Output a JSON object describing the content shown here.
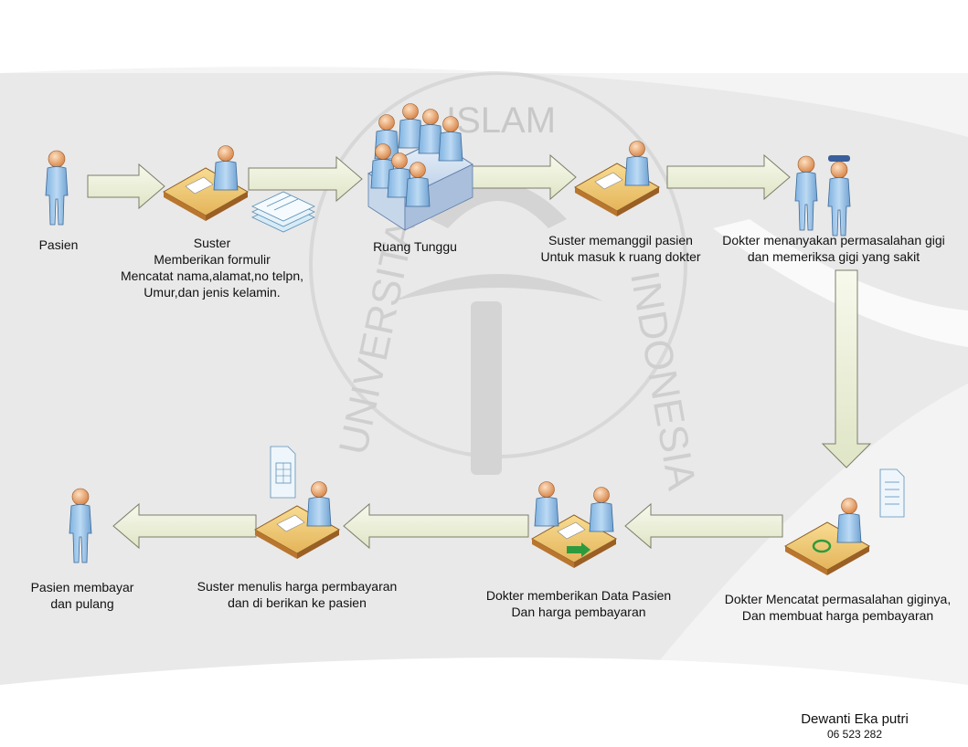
{
  "steps": {
    "pasien": {
      "lines": [
        "Pasien"
      ]
    },
    "suster_form": {
      "lines": [
        "Suster",
        "Memberikan formulir",
        "Mencatat nama,alamat,no telpn,",
        "Umur,dan jenis kelamin."
      ]
    },
    "ruang_tunggu": {
      "lines": [
        "Ruang Tunggu"
      ]
    },
    "suster_panggil": {
      "lines": [
        "Suster memanggil pasien",
        "Untuk masuk k ruang dokter"
      ]
    },
    "dokter_periksa": {
      "lines": [
        "Dokter menanyakan permasalahan gigi",
        "dan memeriksa gigi yang sakit"
      ]
    },
    "dokter_catat": {
      "lines": [
        "Dokter Mencatat permasalahan giginya,",
        "Dan membuat harga pembayaran"
      ]
    },
    "dokter_beri": {
      "lines": [
        "Dokter memberikan Data Pasien",
        "Dan harga pembayaran"
      ]
    },
    "suster_tulis": {
      "lines": [
        "Suster menulis harga permbayaran",
        "dan di berikan ke pasien"
      ]
    },
    "pasien_bayar": {
      "lines": [
        "Pasien membayar",
        "dan pulang"
      ]
    }
  },
  "watermark": {
    "top": "ISLAM",
    "left": "UNIVERSITAS",
    "right": "INDONESIA"
  },
  "credit": {
    "name": "Dewanti Eka putri",
    "id": "06 523 282"
  },
  "colors": {
    "person_body": "#9fc6ea",
    "person_head": "#f2b27a",
    "desk_top": "#f3cf7a",
    "arrow_fill": "#eef2dc",
    "arrow_stroke": "#7d7d6a",
    "band": "#e8e8e8"
  }
}
